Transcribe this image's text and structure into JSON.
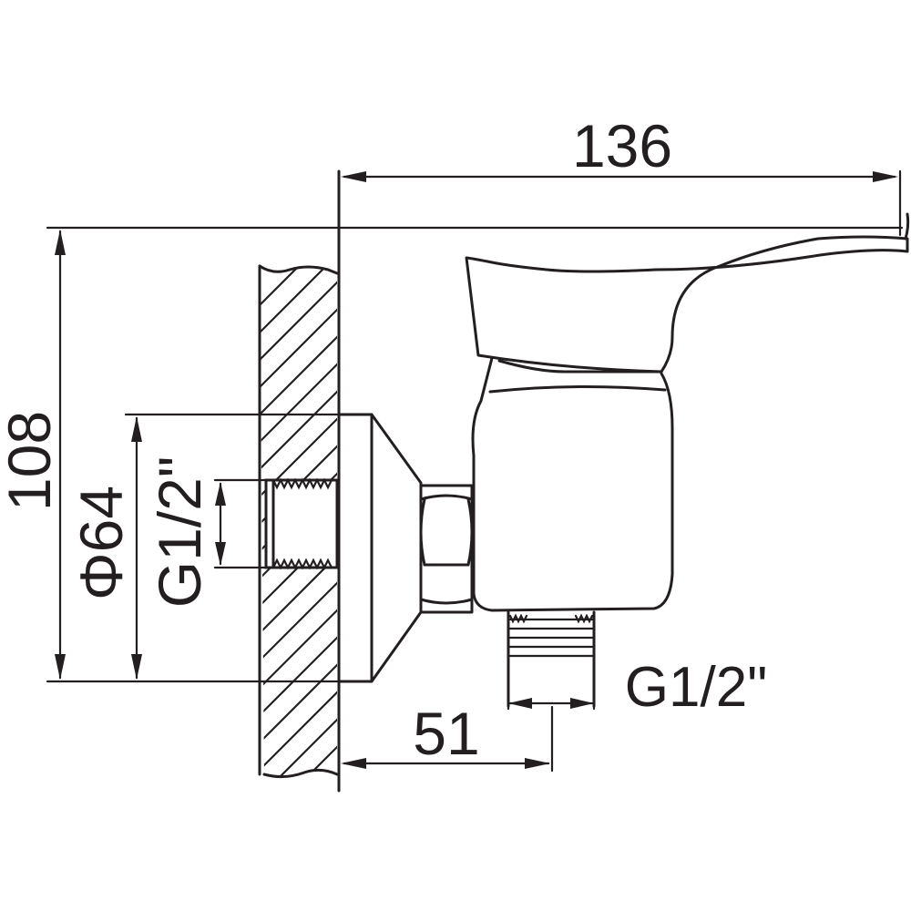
{
  "dimensions": {
    "overall_length": "136",
    "overall_height": "108",
    "flange_diameter": "Φ64",
    "inlet_thread": "G1/2\"",
    "outlet_thread": "G1/2\"",
    "outlet_offset": "51"
  },
  "colors": {
    "line": "#231f20",
    "background": "#ffffff"
  }
}
